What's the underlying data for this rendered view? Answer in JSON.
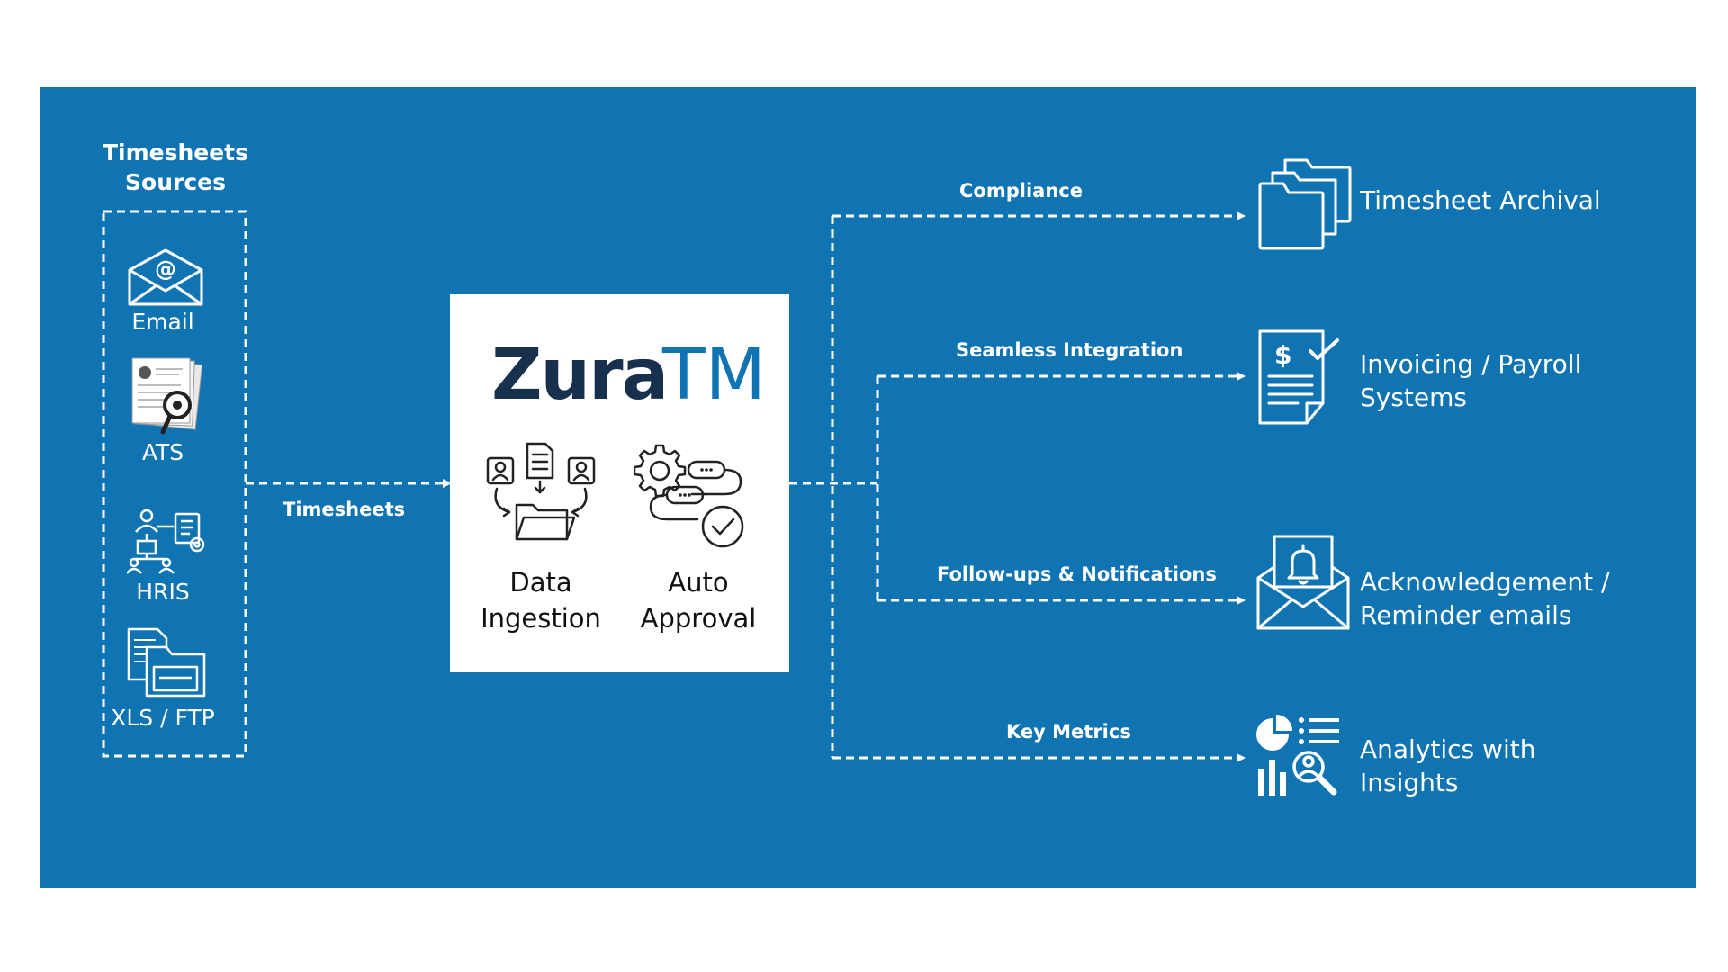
{
  "colors": {
    "panel": "#1174b2",
    "box": "#ffffff",
    "logo_dark": "#17304e",
    "logo_accent": "#1174b2",
    "line": "#ffffff"
  },
  "sources": {
    "title_line1": "Timesheets",
    "title_line2": "Sources",
    "items": [
      {
        "label": "Email",
        "icon": "email-envelope-icon"
      },
      {
        "label": "ATS",
        "icon": "resume-magnifier-icon"
      },
      {
        "label": "HRIS",
        "icon": "org-chart-icon"
      },
      {
        "label": "XLS / FTP",
        "icon": "file-folder-icon"
      }
    ]
  },
  "edges": {
    "input": "Timesheets",
    "outputs": [
      "Compliance",
      "Seamless Integration",
      "Follow-ups & Notifications",
      "Key Metrics"
    ]
  },
  "hub": {
    "logo_main": "Zura",
    "logo_accent": "TM",
    "features": [
      {
        "line1": "Data",
        "line2": "Ingestion",
        "icon": "data-ingestion-icon"
      },
      {
        "line1": "Auto",
        "line2": "Approval",
        "icon": "workflow-gear-check-icon"
      }
    ]
  },
  "outputs": [
    {
      "line1": "Timesheet Archival",
      "line2": "",
      "icon": "archive-folders-icon"
    },
    {
      "line1": "Invoicing / Payroll",
      "line2": "Systems",
      "icon": "invoice-check-icon"
    },
    {
      "line1": "Acknowledgement /",
      "line2": "Reminder emails",
      "icon": "bell-envelope-icon"
    },
    {
      "line1": "Analytics with",
      "line2": "Insights",
      "icon": "analytics-chart-icon"
    }
  ]
}
